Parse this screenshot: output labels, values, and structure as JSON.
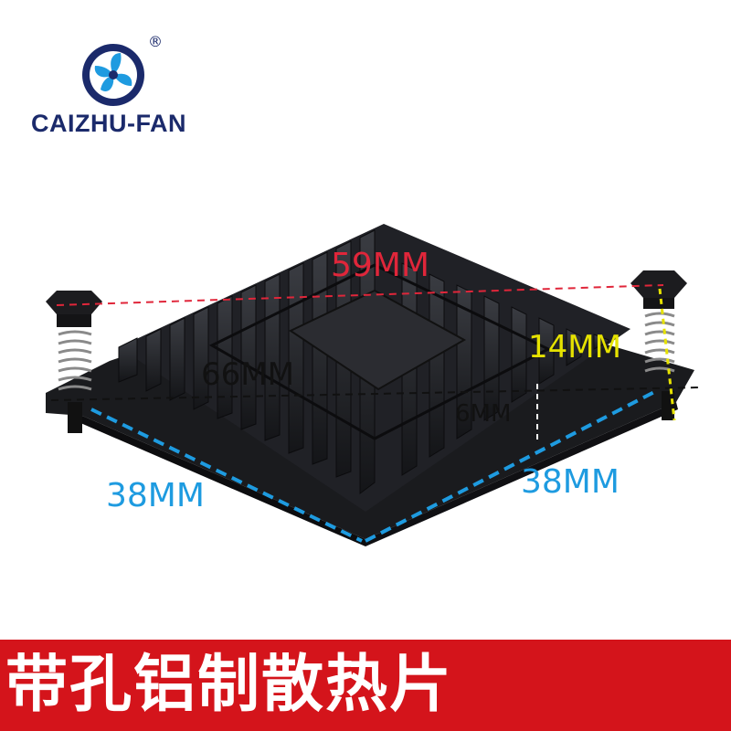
{
  "brand": {
    "name": "CAIZHU-FAN",
    "registered_mark": "®",
    "colors": {
      "primary": "#1b2a6b",
      "accent": "#1e9be0"
    }
  },
  "dimensions": {
    "length_top": "59MM",
    "height": "14MM",
    "span": "66MM",
    "base_height": "6MM",
    "side_left": "38MM",
    "side_right": "38MM"
  },
  "colors": {
    "dim_red": "#e0263a",
    "dim_yellow": "#e6e200",
    "dim_black": "#111111",
    "dim_blue": "#1e9be0",
    "banner": "#d4141b",
    "heatsink": "#1f2024"
  },
  "banner": {
    "title": "带孔铝制散热片"
  }
}
